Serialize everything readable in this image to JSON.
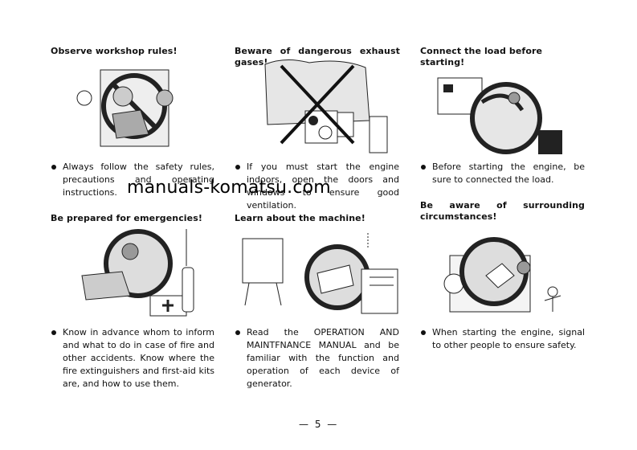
{
  "sections": [
    {
      "heading": "Observe workshop rules!",
      "text": "Always follow the safety rules, precautions and operating instructions.",
      "illustration": "safety-sign-worker-no-symbol"
    },
    {
      "heading": "Beware of dangerous exhaust gases!",
      "text": "If you must start the engine indoors, open the doors and windows to ensure good ventilation.",
      "illustration": "generator-exhaust-indoors-crossed"
    },
    {
      "heading": "Connect the load before starting!",
      "text": "Before starting the engine, be sure to connected the load.",
      "illustration": "generator-load-no-symbol"
    },
    {
      "heading": "Be prepared for emergencies!",
      "text": "Know in advance whom to inform and what to do in case of fire and other accidents. Know where the fire extinguishers and first-aid kits are, and how to use them.",
      "illustration": "fire-extinguisher-first-aid"
    },
    {
      "heading": "Learn about the machine!",
      "text": "Read the OPERATION AND MAINTFNANCE MANUAL and be familiar with the function and operation of each device of generator.",
      "illustration": "operator-reading-manual"
    },
    {
      "heading": "Be aware of surrounding circumstances!",
      "text": "When starting the engine, signal to other people to ensure safety.",
      "illustration": "generator-signal-people"
    }
  ],
  "watermark": "manuals-komatsu.com",
  "page_number": "— 5 —"
}
